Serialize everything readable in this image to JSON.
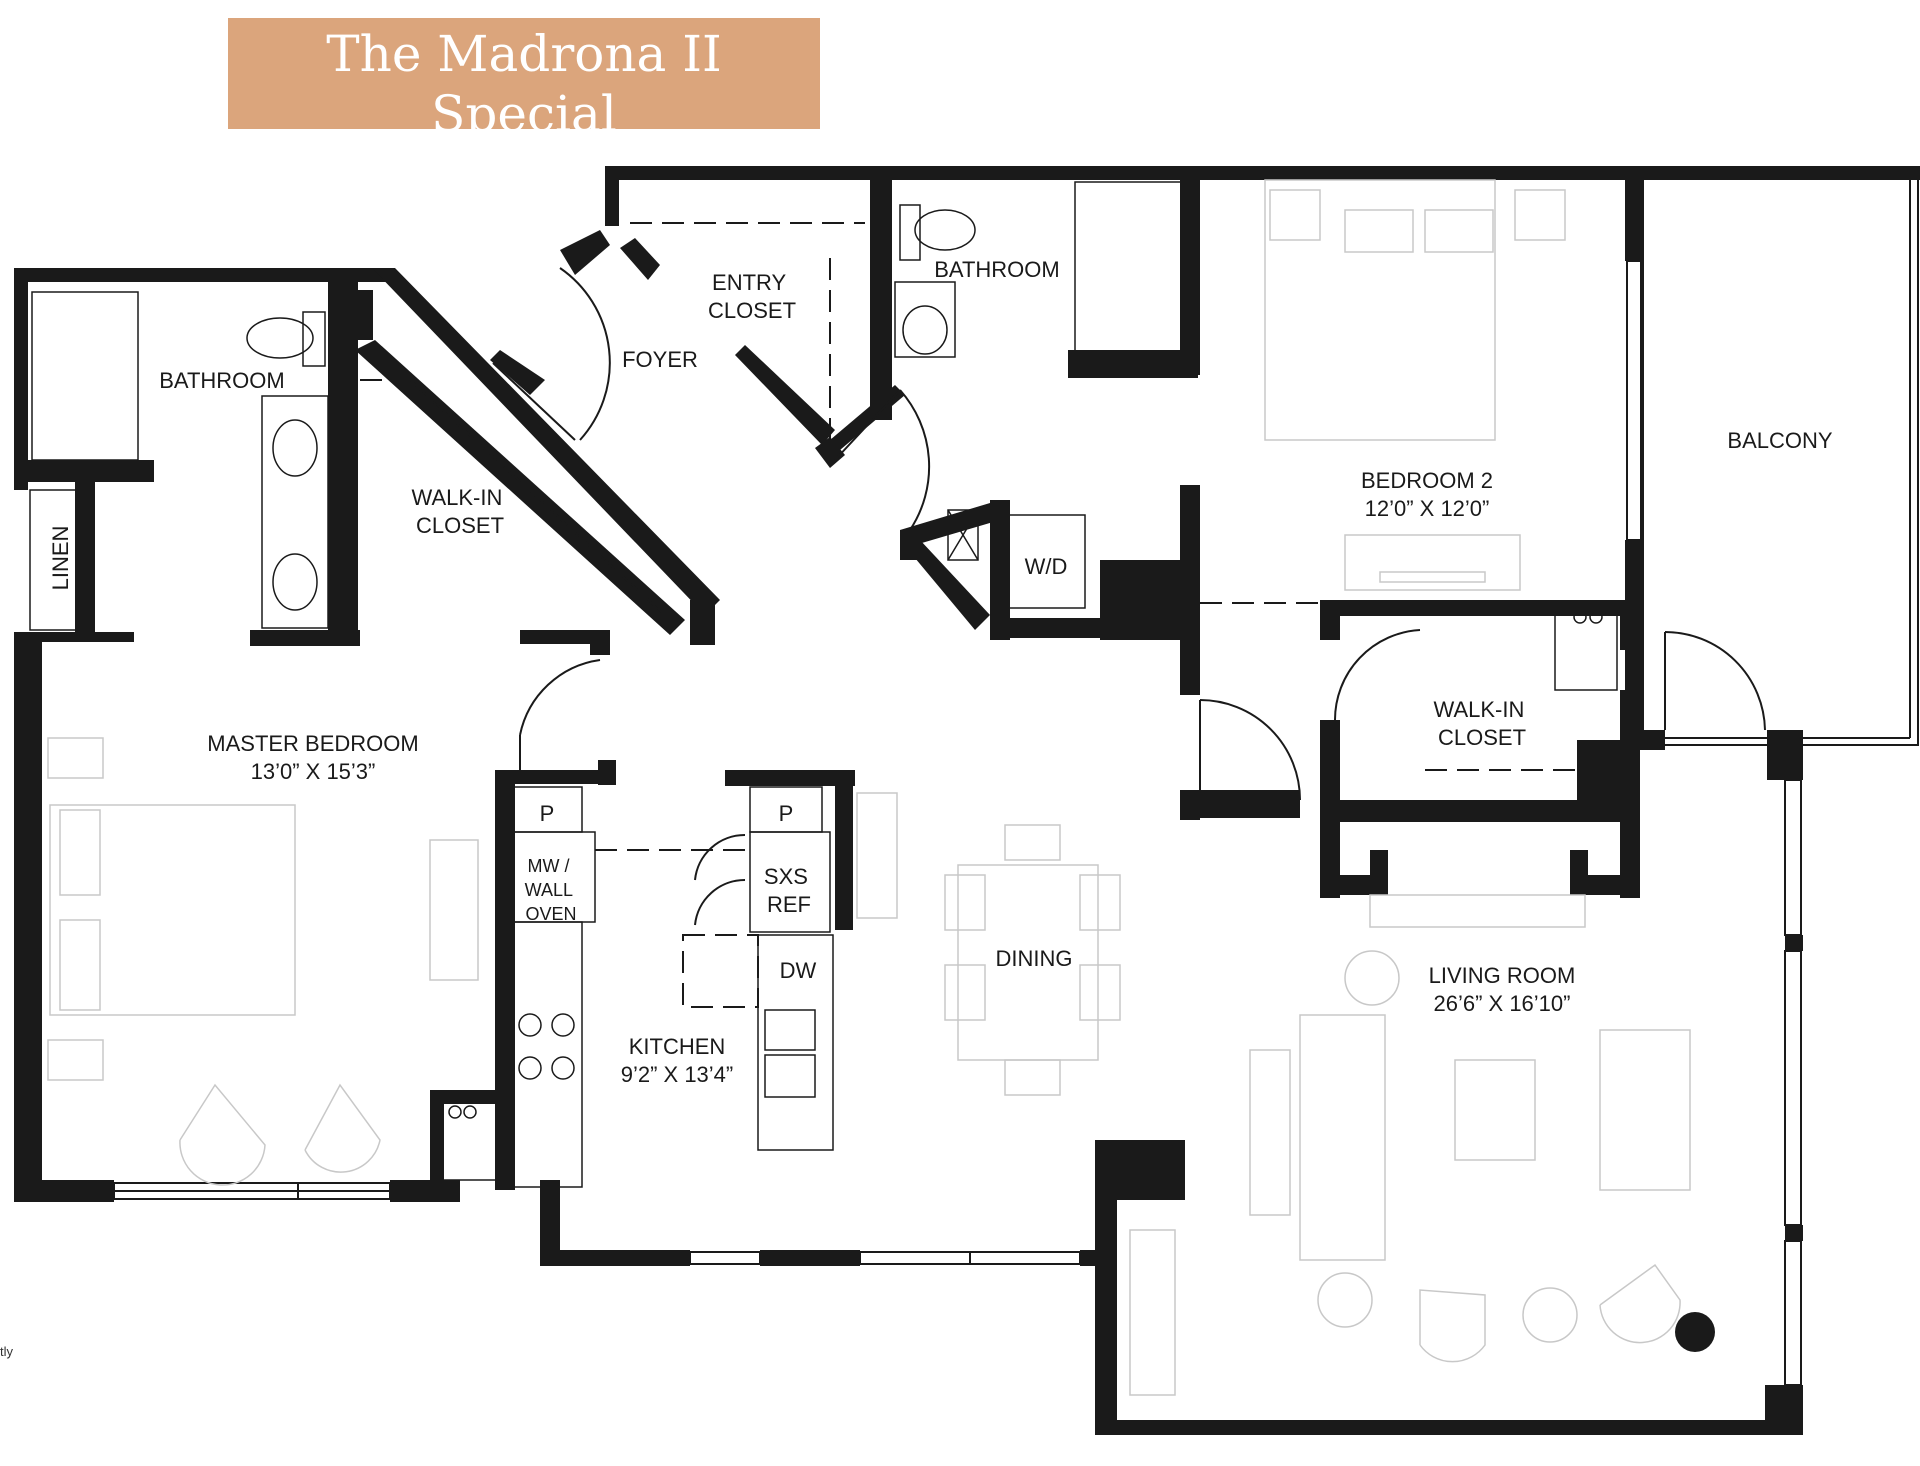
{
  "header": {
    "title": "The Madrona II Special",
    "subtitle": "Two Bedroom End"
  },
  "rooms": {
    "entry_closet": "ENTRY\nCLOSET",
    "bathroom_2": "BATHROOM",
    "foyer": "FOYER",
    "bathroom_1": "BATHROOM",
    "walkin_1": "WALK-IN\nCLOSET",
    "linen": "LINEN",
    "master_bedroom": "MASTER BEDROOM",
    "master_bedroom_size": "13’0” X 15’3”",
    "bedroom_2": "BEDROOM 2",
    "bedroom_2_size": "12’0” X 12’0”",
    "balcony": "BALCONY",
    "walkin_2": "WALK-IN\nCLOSET",
    "wd": "W/D",
    "pantry_1": "P",
    "pantry_2": "P",
    "mw_oven": "MW /\nWALL\nOVEN",
    "sxs_ref": "SXS\nREF",
    "dw": "DW",
    "dining": "DINING",
    "kitchen": "KITCHEN",
    "kitchen_size": "9’2” X 13’4”",
    "living_room": "LIVING ROOM",
    "living_room_size": "26’6” X 16’10”"
  },
  "margin_note": "tly",
  "colors": {
    "wall": "#1a1a1a",
    "title_bg": "#dba57c",
    "title_text": "#ffffff",
    "furniture": "#c8c8c8"
  }
}
